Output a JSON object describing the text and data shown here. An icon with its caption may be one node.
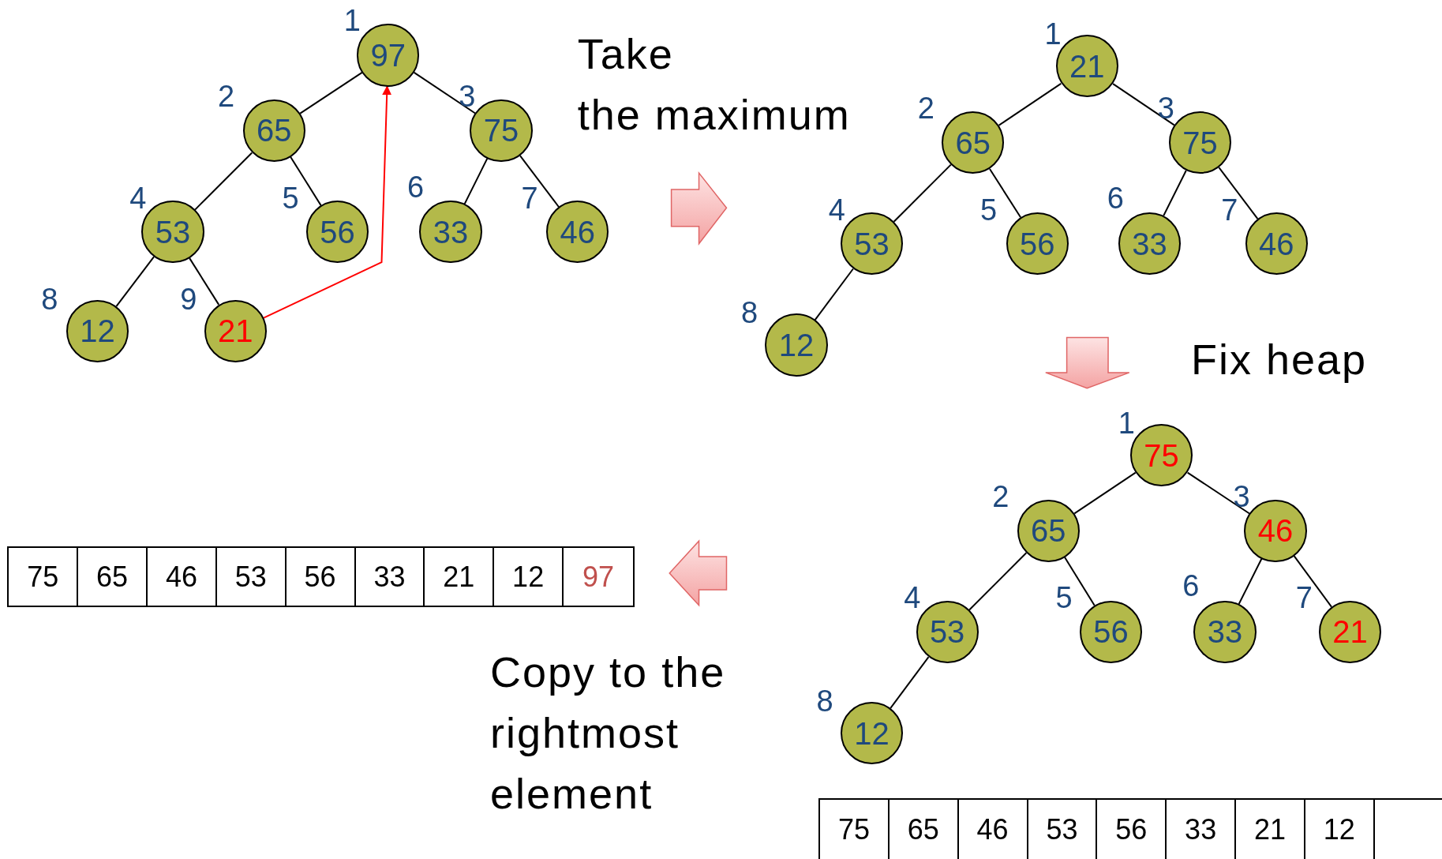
{
  "diagram": {
    "nodes": [
      {
        "text": [
          "97"
        ]
      },
      {
        "text": [
          "65"
        ]
      },
      {
        "text": [
          "75"
        ]
      },
      {
        "text": [
          "53"
        ]
      },
      {
        "text": [
          "56"
        ]
      },
      {
        "text": [
          "33"
        ]
      },
      {
        "text": [
          "46"
        ]
      },
      {
        "text": [
          "12"
        ]
      },
      {
        "text": [
          "21"
        ]
      },
      {
        "text": [
          "21"
        ]
      },
      {
        "text": [
          "65"
        ]
      },
      {
        "text": [
          "75"
        ]
      },
      {
        "text": [
          "53"
        ]
      },
      {
        "text": [
          "56"
        ]
      },
      {
        "text": [
          "33"
        ]
      },
      {
        "text": [
          "46"
        ]
      },
      {
        "text": [
          "12"
        ]
      },
      {
        "text": [
          "75"
        ]
      },
      {
        "text": [
          "65"
        ]
      },
      {
        "text": [
          "46"
        ]
      },
      {
        "text": [
          "53"
        ]
      },
      {
        "text": [
          "56"
        ]
      },
      {
        "text": [
          "33"
        ]
      },
      {
        "text": [
          "21"
        ]
      },
      {
        "text": [
          "12"
        ]
      }
    ],
    "edges": [
      {
        "from": 0,
        "to": 1,
        "arrow": "none"
      },
      {
        "from": 0,
        "to": 2,
        "arrow": "none"
      },
      {
        "from": 1,
        "to": 3,
        "arrow": "none"
      },
      {
        "from": 1,
        "to": 4,
        "arrow": "none"
      },
      {
        "from": 2,
        "to": 5,
        "arrow": "none"
      },
      {
        "from": 2,
        "to": 6,
        "arrow": "none"
      },
      {
        "from": 3,
        "to": 7,
        "arrow": "none"
      },
      {
        "from": 3,
        "to": 8,
        "arrow": "none"
      },
      {
        "from": 8,
        "to": 0,
        "arrow": "to",
        "color": "#ff0000"
      },
      {
        "from": 9,
        "to": 10,
        "arrow": "none"
      },
      {
        "from": 9,
        "to": 11,
        "arrow": "none"
      },
      {
        "from": 10,
        "to": 12,
        "arrow": "none"
      },
      {
        "from": 10,
        "to": 13,
        "arrow": "none"
      },
      {
        "from": 11,
        "to": 14,
        "arrow": "none"
      },
      {
        "from": 11,
        "to": 15,
        "arrow": "none"
      },
      {
        "from": 12,
        "to": 16,
        "arrow": "none"
      },
      {
        "from": 17,
        "to": 18,
        "arrow": "none"
      },
      {
        "from": 17,
        "to": 19,
        "arrow": "none"
      },
      {
        "from": 18,
        "to": 20,
        "arrow": "none"
      },
      {
        "from": 18,
        "to": 21,
        "arrow": "none"
      },
      {
        "from": 19,
        "to": 22,
        "arrow": "none"
      },
      {
        "from": 19,
        "to": 23,
        "arrow": "none"
      },
      {
        "from": 20,
        "to": 24,
        "arrow": "none"
      }
    ],
    "labels": [
      "1",
      "2",
      "3",
      "4",
      "5",
      "6",
      "7",
      "8",
      "9",
      "Take",
      "the maximum",
      "1",
      "2",
      "3",
      "4",
      "5",
      "6",
      "7",
      "8",
      "Fix heap",
      "1",
      "2",
      "3",
      "4",
      "5",
      "6",
      "7",
      "8",
      "75",
      "65",
      "46",
      "53",
      "56",
      "33",
      "21",
      "12",
      "97",
      "Copy to the rightmost element",
      "75",
      "65",
      "46",
      "53",
      "56",
      "33",
      "21",
      "12"
    ]
  }
}
